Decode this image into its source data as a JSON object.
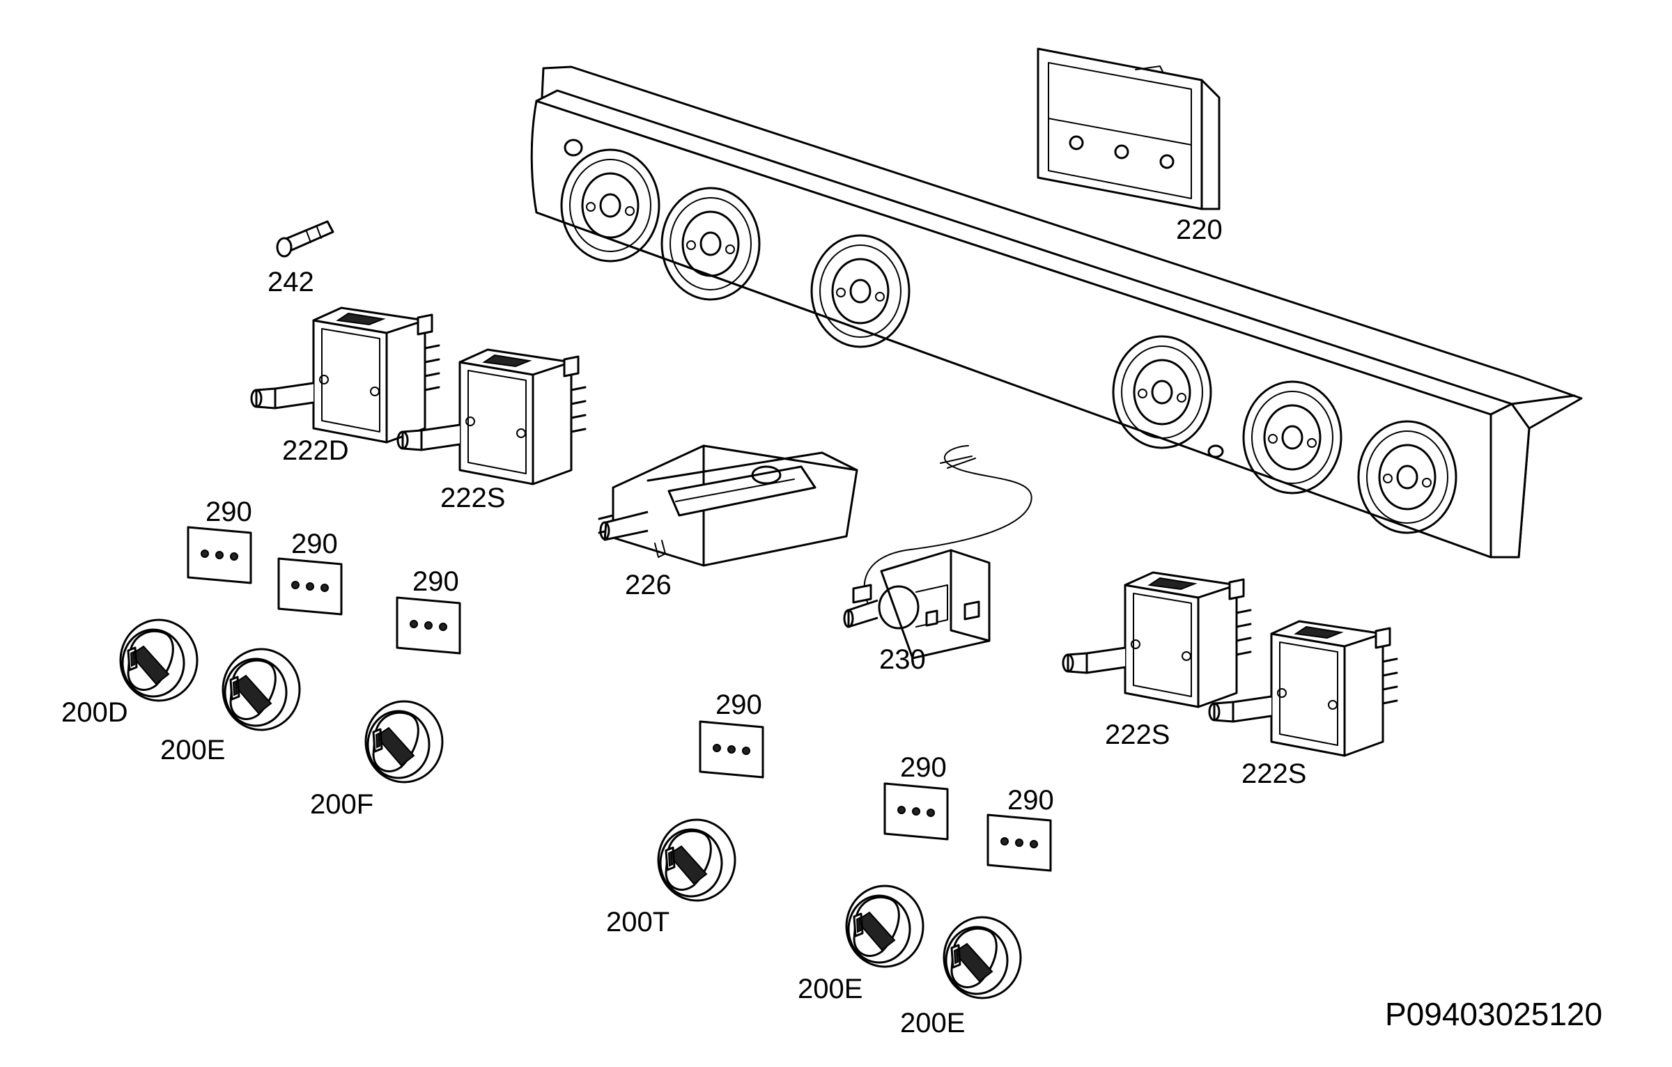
{
  "diagram_code": "P09403025120",
  "callouts": {
    "panel_bracket": "220",
    "pilot_lamp": "242",
    "energy_regulator_left": "222D",
    "energy_regulator_mid": "222S",
    "oven_thermostat": "226",
    "thermostat": "230",
    "energy_regulator_right_1": "222S",
    "energy_regulator_right_2": "222S",
    "plate_1": "290",
    "plate_2": "290",
    "plate_3": "290",
    "plate_4": "290",
    "plate_5": "290",
    "plate_6": "290",
    "knob_d": "200D",
    "knob_e1": "200E",
    "knob_f": "200F",
    "knob_t": "200T",
    "knob_e2": "200E",
    "knob_e3": "200E"
  }
}
